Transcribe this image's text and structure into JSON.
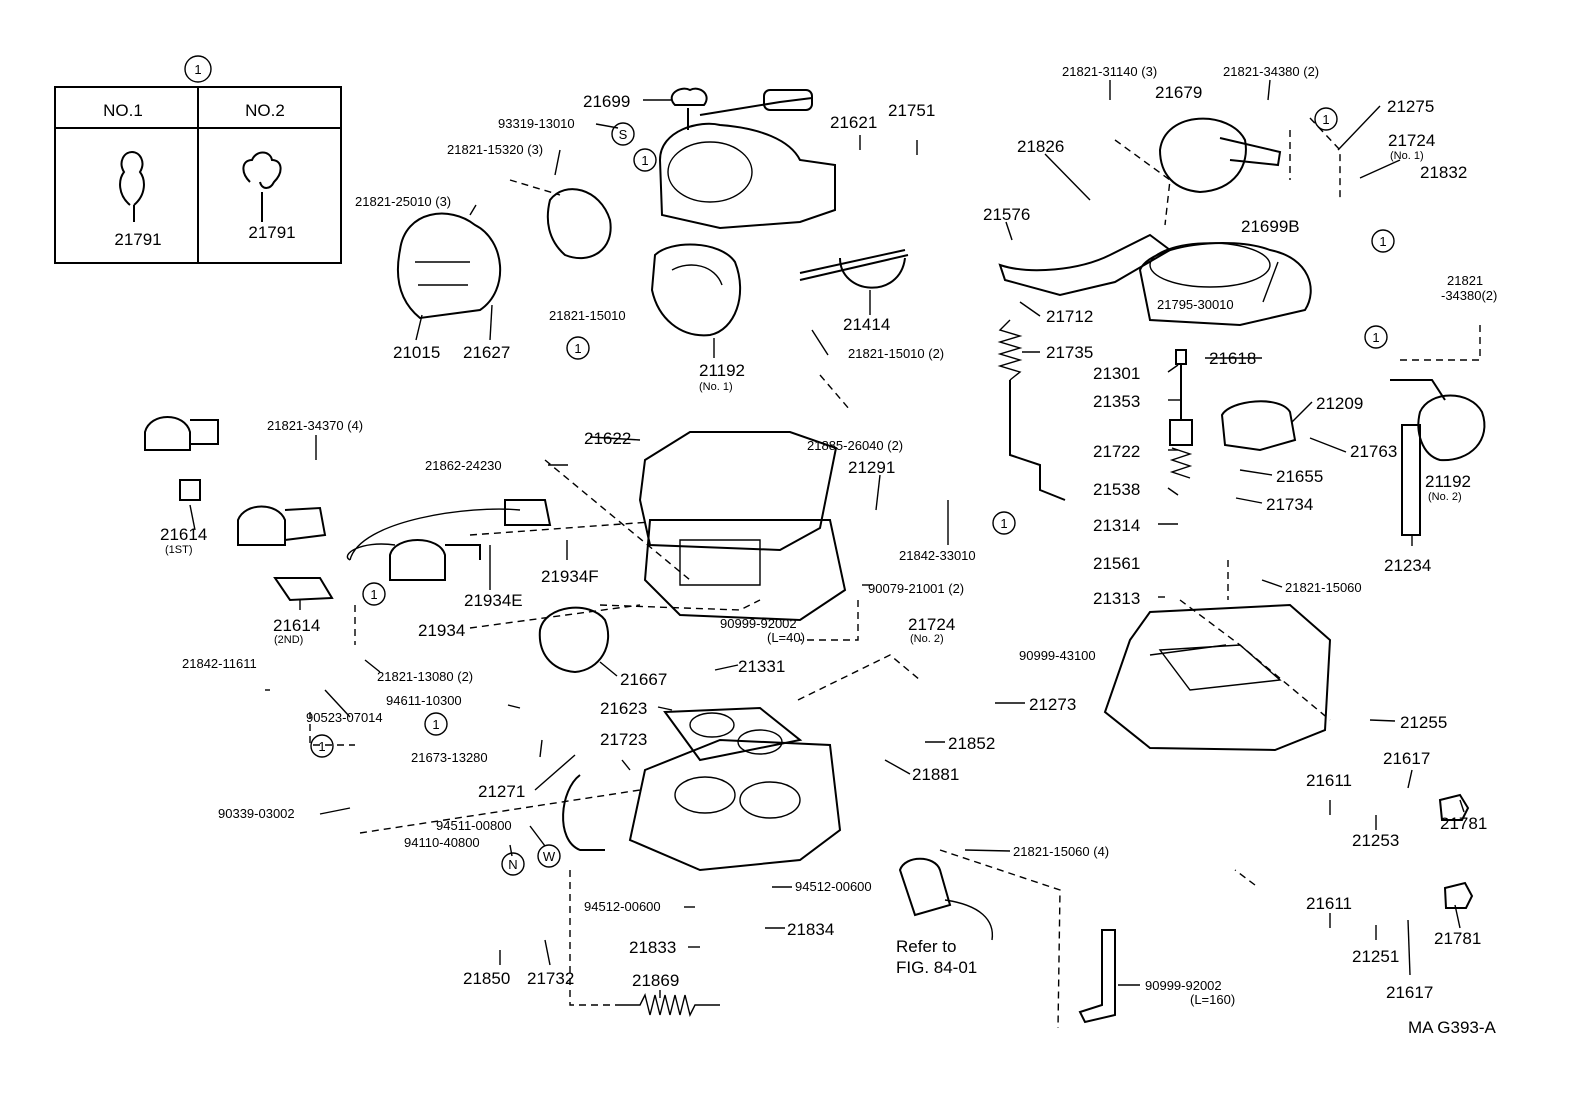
{
  "inset": {
    "marker": "1",
    "col1_header": "NO.1",
    "col2_header": "NO.2",
    "col1_part": "21791",
    "col2_part": "21791"
  },
  "labels": {
    "p21699": "21699",
    "p93319": "93319-13010",
    "pS": "S",
    "p21621": "21621",
    "p21751": "21751",
    "p21821_15320": "21821-15320 (3)",
    "p21821_25010": "21821-25010 (3)",
    "p21821_15010a": "21821-15010",
    "p21015": "21015",
    "p21627": "21627",
    "p21192_1": "21192",
    "p21192_1n": "(No. 1)",
    "p21414": "21414",
    "p21821_15010b": "21821-15010 (2)",
    "p21821_31140": "21821-31140 (3)",
    "p21821_34380a": "21821-34380 (2)",
    "p21679": "21679",
    "p21275": "21275",
    "p21724a": "21724",
    "p21724an": "(No. 1)",
    "p21832": "21832",
    "p21826": "21826",
    "p21699b": "21699B",
    "p21576": "21576",
    "p21821b": "21821",
    "p34380b": "-34380(2)",
    "p21795": "21795-30010",
    "p21712": "21712",
    "p21735": "21735",
    "p21301": "21301",
    "p21618": "21618",
    "p21353": "21353",
    "p21209": "21209",
    "p21722": "21722",
    "p21763": "21763",
    "p21192_2": "21192",
    "p21192_2n": "(No. 2)",
    "p21655": "21655",
    "p21538": "21538",
    "p21734": "21734",
    "p21314": "21314",
    "p21561": "21561",
    "p21821_15060a": "21821-15060",
    "p21313": "21313",
    "p21234": "21234",
    "p90999_43100": "90999-43100",
    "p21255": "21255",
    "p21617a": "21617",
    "p21611a": "21611",
    "p21253": "21253",
    "p21781a": "21781",
    "p21611b": "21611",
    "p21251": "21251",
    "p21781b": "21781",
    "p21617b": "21617",
    "pMAG": "MA G393-A",
    "p21821_34370": "21821-34370 (4)",
    "p21614a": "21614",
    "p21614an": "(1ST)",
    "p21614b": "21614",
    "p21614bn": "(2ND)",
    "p21622": "21622",
    "p21862": "21862-24230",
    "p21885": "21885-26040 (2)",
    "p21291": "21291",
    "p21842_33010": "21842-33010",
    "p21934e": "21934E",
    "p21934f": "21934F",
    "p21934": "21934",
    "p90079": "90079-21001 (2)",
    "p90999_92002a": "90999-92002",
    "p90999_92002an": "(L=40)",
    "p21724b": "21724",
    "p21724bn": "(No. 2)",
    "p21842_11611": "21842-11611",
    "p21821_13080": "21821-13080 (2)",
    "p21667": "21667",
    "p21331": "21331",
    "p94611": "94611-10300",
    "p90523": "90523-07014",
    "p21673": "21673-13280",
    "p21623": "21623",
    "p21273": "21273",
    "p21852": "21852",
    "p21881": "21881",
    "p21723": "21723",
    "p21271": "21271",
    "p90339": "90339-03002",
    "p94511": "94511-00800",
    "p94110": "94110-40800",
    "pN": "N",
    "pW": "W",
    "p21821_15060b": "21821-15060 (4)",
    "p94512a": "94512-00600",
    "p94512b": "94512-00600",
    "p21833": "21833",
    "p21834": "21834",
    "p21850": "21850",
    "p21732": "21732",
    "p21869": "21869",
    "pRefer1": "Refer to",
    "pRefer2": "FIG. 84-01",
    "p90999_92002b": "90999-92002",
    "p90999_92002bn": "(L=160)"
  },
  "circle_marker": "1"
}
